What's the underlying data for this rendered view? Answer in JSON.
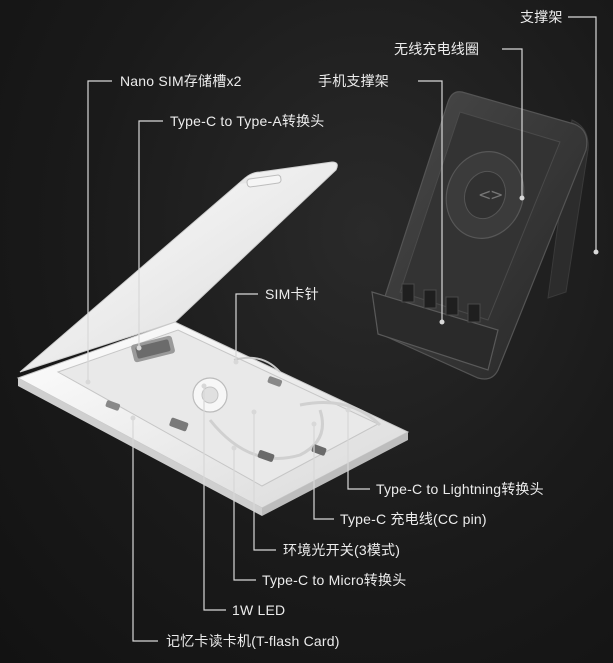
{
  "labels": {
    "stand": "支撑架",
    "wireless_coil": "无线充电线圈",
    "phone_stand": "手机支撑架",
    "nano_sim": "Nano SIM存储槽x2",
    "type_c_to_a": "Type-C to Type-A转换头",
    "sim_pin": "SIM卡针",
    "type_c_to_lightning": "Type-C to Lightning转换头",
    "type_c_cable": "Type-C 充电线(CC pin)",
    "light_switch": "环境光开关(3模式)",
    "type_c_to_micro": "Type-C  to Micro转换头",
    "led": "1W LED",
    "card_reader": "记忆卡读卡机(T-flash Card)"
  },
  "colors": {
    "background": "#1a1a1a",
    "text": "#ececec",
    "leader_line": "#d8d8d8",
    "white_case": "#f2f2f2",
    "dark_case": "#3a3a3a"
  }
}
